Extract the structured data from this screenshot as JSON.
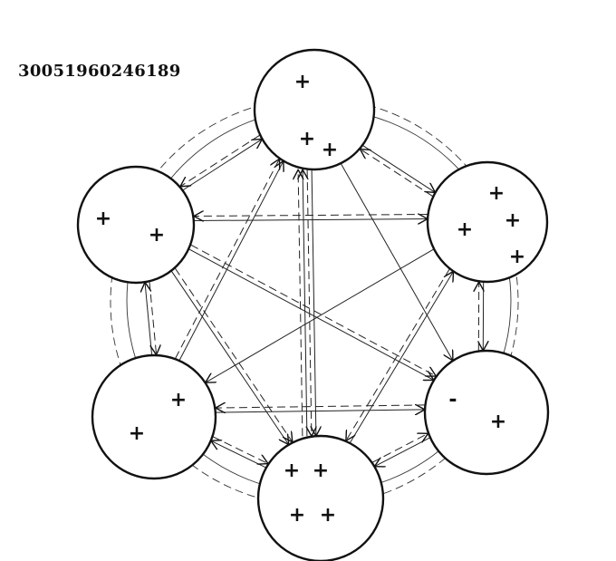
{
  "id_label": "30051960246189",
  "colors": {
    "stroke": "#111111",
    "background": "#ffffff"
  },
  "nodes": [
    {
      "id": "n0",
      "signs": [
        "+",
        "+",
        "+"
      ]
    },
    {
      "id": "n1",
      "signs": [
        "+",
        "+",
        "+",
        "+"
      ]
    },
    {
      "id": "n2",
      "signs": [
        "-",
        "+"
      ]
    },
    {
      "id": "n3",
      "signs": [
        "+",
        "+",
        "+",
        "+"
      ]
    },
    {
      "id": "n4",
      "signs": [
        "+",
        "+"
      ]
    },
    {
      "id": "n5",
      "signs": [
        "+",
        "+"
      ]
    }
  ],
  "edges": [
    {
      "from": "n0",
      "to": "n1",
      "style": "solid"
    },
    {
      "from": "n1",
      "to": "n0",
      "style": "dashed"
    },
    {
      "from": "n1",
      "to": "n2",
      "style": "solid"
    },
    {
      "from": "n2",
      "to": "n1",
      "style": "dashed"
    },
    {
      "from": "n2",
      "to": "n3",
      "style": "solid"
    },
    {
      "from": "n3",
      "to": "n2",
      "style": "dashed"
    },
    {
      "from": "n3",
      "to": "n4",
      "style": "solid"
    },
    {
      "from": "n4",
      "to": "n3",
      "style": "dashed"
    },
    {
      "from": "n4",
      "to": "n5",
      "style": "solid"
    },
    {
      "from": "n5",
      "to": "n4",
      "style": "dashed"
    },
    {
      "from": "n5",
      "to": "n0",
      "style": "solid"
    },
    {
      "from": "n0",
      "to": "n5",
      "style": "dashed"
    },
    {
      "from": "n5",
      "to": "n1",
      "style": "solid"
    },
    {
      "from": "n1",
      "to": "n5",
      "style": "dashed"
    },
    {
      "from": "n4",
      "to": "n2",
      "style": "solid"
    },
    {
      "from": "n2",
      "to": "n4",
      "style": "dashed"
    },
    {
      "from": "n0",
      "to": "n3",
      "style": "solid"
    },
    {
      "from": "n0",
      "to": "n3",
      "style": "dashed"
    },
    {
      "from": "n3",
      "to": "n0",
      "style": "solid"
    },
    {
      "from": "n3",
      "to": "n0",
      "style": "dashed"
    },
    {
      "from": "n5",
      "to": "n2",
      "style": "solid"
    },
    {
      "from": "n5",
      "to": "n2",
      "style": "dashed"
    },
    {
      "from": "n0",
      "to": "n2",
      "style": "solid"
    },
    {
      "from": "n4",
      "to": "n0",
      "style": "solid"
    },
    {
      "from": "n4",
      "to": "n0",
      "style": "dashed"
    },
    {
      "from": "n1",
      "to": "n4",
      "style": "solid"
    },
    {
      "from": "n3",
      "to": "n1",
      "style": "solid"
    },
    {
      "from": "n1",
      "to": "n3",
      "style": "dashed"
    },
    {
      "from": "n5",
      "to": "n3",
      "style": "solid"
    },
    {
      "from": "n5",
      "to": "n3",
      "style": "dashed"
    }
  ]
}
